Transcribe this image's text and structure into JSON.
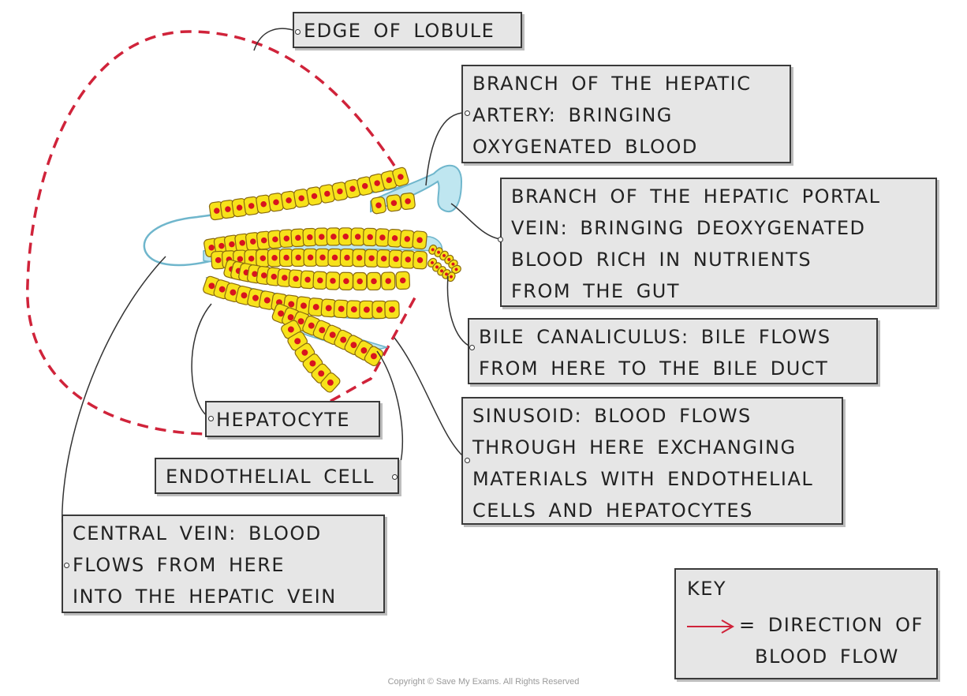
{
  "labels": {
    "edge_of_lobule": "EDGE OF LOBULE",
    "hepatic_artery": [
      "BRANCH OF THE HEPATIC",
      "ARTERY: BRINGING",
      "OXYGENATED BLOOD"
    ],
    "portal_vein": [
      "BRANCH OF THE HEPATIC PORTAL",
      "VEIN: BRINGING DEOXYGENATED",
      "BLOOD RICH IN NUTRIENTS",
      "FROM THE GUT"
    ],
    "bile_canaliculus": [
      "BILE CANALICULUS: BILE FLOWS",
      "FROM HERE TO THE BILE DUCT"
    ],
    "sinusoid": [
      "SINUSOID: BLOOD FLOWS",
      "THROUGH HERE EXCHANGING",
      "MATERIALS WITH ENDOTHELIAL",
      "CELLS AND HEPATOCYTES"
    ],
    "hepatocyte": "HEPATOCYTE",
    "endothelial_cell": "ENDOTHELIAL CELL",
    "central_vein": [
      "CENTRAL VEIN: BLOOD",
      "FLOWS FROM HERE",
      "INTO THE HEPATIC VEIN"
    ]
  },
  "key": {
    "title": "KEY",
    "line1": "= DIRECTION OF",
    "line2": "BLOOD FLOW"
  },
  "copyright": "Copyright © Save My Exams. All Rights Reserved",
  "colors": {
    "lobule_edge": "#d0233a",
    "hepatocyte_fill": "#f7e21a",
    "nucleus": "#d8141f",
    "sinusoid": "#bfe6f0",
    "arrow": "#d0233a"
  }
}
